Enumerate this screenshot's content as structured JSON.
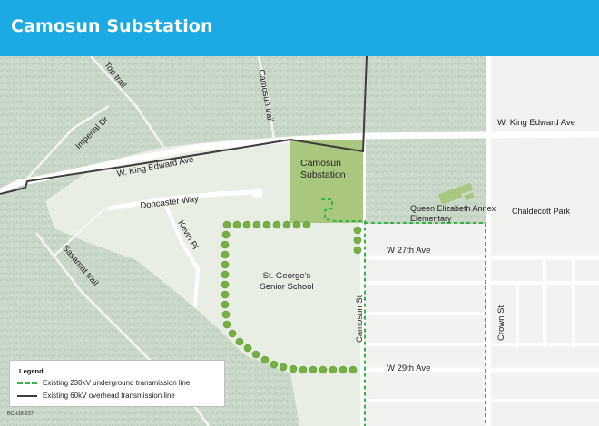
{
  "header": {
    "title": "Camosun Substation"
  },
  "map": {
    "labels": {
      "top_trail": "Top trail",
      "camosun_trail": "Camosun trail",
      "imperial_dr": "Imperial Dr",
      "w_king_edward_west": "W. King Edward Ave",
      "w_king_edward_east": "W. King Edward Ave",
      "doncaster_way": "Doncaster Way",
      "kevin_pl": "Kevin Pl",
      "sasamat_trail": "Sasamat trail",
      "substation": "Camosun Substation",
      "school_st_georges": "St. George’s Senior School",
      "school_queen_elizabeth": "Queen Elizabeth Annex Elementary",
      "chaldecott_park": "Chaldecott Park",
      "w_27th_ave": "W 27th Ave",
      "w_29th_ave": "W 29th Ave",
      "camosun_st": "Camosun St",
      "crown_st": "Crown St"
    },
    "colors": {
      "forest": "#c9d8c9",
      "park_land": "#e9eee5",
      "urban": "#f2f2f0",
      "road": "#ffffff",
      "substation": "#a9c77e",
      "tree_line": "#76b043",
      "underground_line": "#3ab24a",
      "overhead_line": "#3d3d3d"
    }
  },
  "legend": {
    "title": "Legend",
    "items": [
      {
        "label": "Existing 230kV underground transmission line",
        "style": "dashed",
        "color": "#3ab24a"
      },
      {
        "label": "Existing 60kV overhead transmission line",
        "style": "solid",
        "color": "#3d3d3d"
      }
    ]
  },
  "figure_code": "BCH18-237"
}
